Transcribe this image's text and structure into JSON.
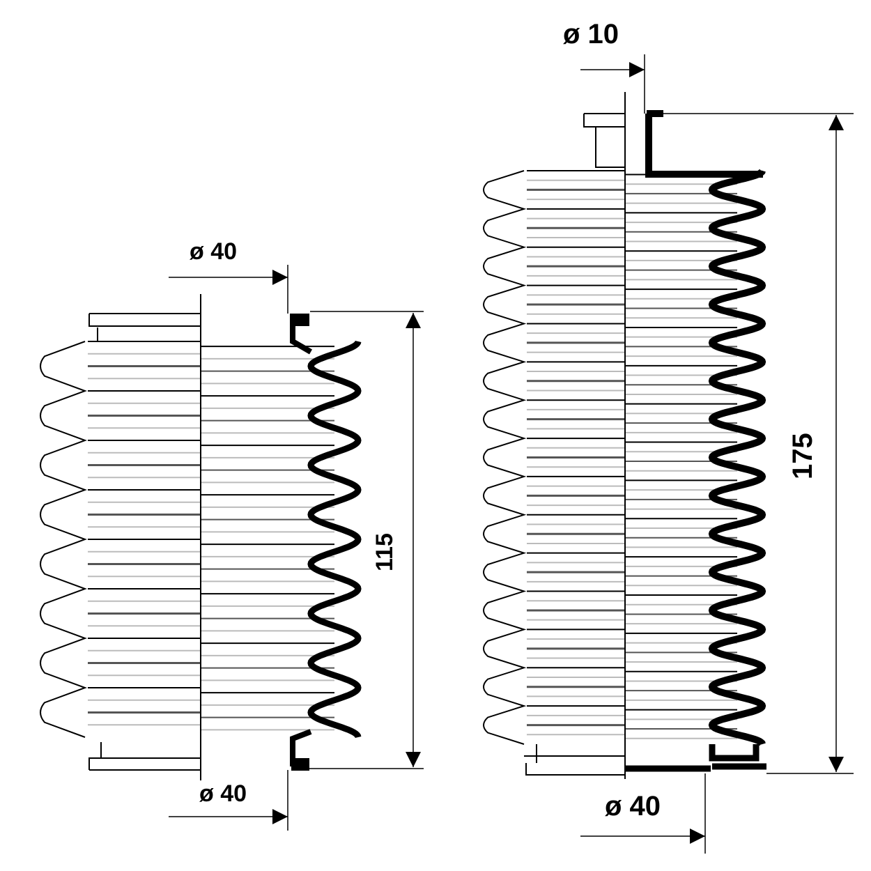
{
  "colors": {
    "line": "#000000",
    "hatch_dark": "#555555",
    "hatch_light": "#bbbbbb",
    "background": "#ffffff"
  },
  "boot_small": {
    "lobes": 8,
    "top_diameter_label": "ø 40",
    "bottom_diameter_label": "ø 40",
    "length_label": "115"
  },
  "boot_large": {
    "lobes": 15,
    "top_diameter_label": "ø 10",
    "bottom_diameter_label": "ø 40",
    "length_label": "175"
  }
}
